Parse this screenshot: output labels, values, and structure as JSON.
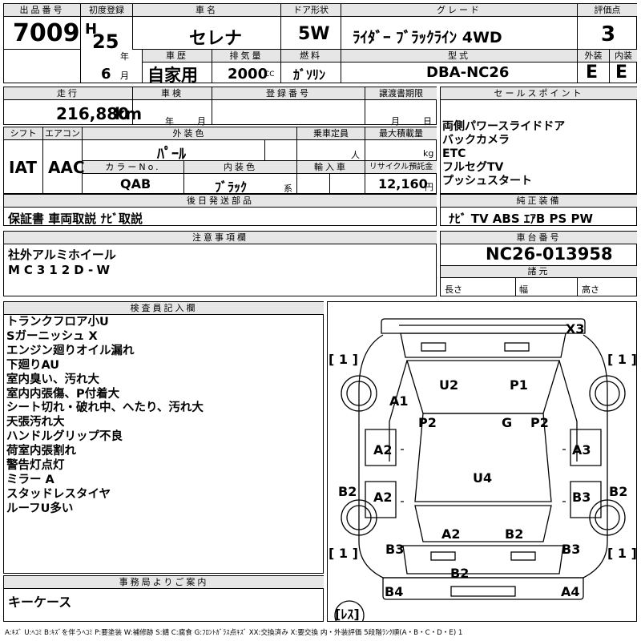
{
  "labels": {
    "lot_no": "出品番号",
    "first_reg": "初度登録",
    "car_name": "車名",
    "door": "ドア形状",
    "grade": "グレード",
    "score": "評価点",
    "history": "車歴",
    "displacement": "排気量",
    "fuel": "燃料",
    "model": "型式",
    "exterior": "外装",
    "interior": "内装",
    "mileage": "走行",
    "inspection": "車検",
    "reg_no": "登録番号",
    "transfer": "譲渡書期限",
    "sales_point": "セールスポイント",
    "shift": "シフト",
    "aircon": "エアコン",
    "ext_color": "外装色",
    "capacity": "乗車定員",
    "max_load": "最大積載量",
    "color_no": "カラーNo.",
    "int_color": "内装色",
    "import": "輸入車",
    "recycle": "リサイクル預託金",
    "later_parts": "後日発送部品",
    "standard_equip": "純正装備",
    "notes": "注意事項欄",
    "chassis_no": "車台番号",
    "dimensions": "諸元",
    "length": "長さ",
    "width": "幅",
    "height": "高さ",
    "inspector": "検査員記入欄",
    "office_notice": "事務局よりご案内"
  },
  "units": {
    "month": "月",
    "day": "日",
    "year": "年",
    "cc": "CC",
    "km": "km",
    "person": "人",
    "kg": "kg",
    "kei": "系",
    "yen": "円"
  },
  "vehicle": {
    "lot_no": "7009",
    "era": "H",
    "year": "25",
    "month": "6",
    "name": "セレナ",
    "door": "5W",
    "grade": "ﾗｲﾀﾞｰ ﾌﾞﾗｯｸﾗｲﾝ 4WD",
    "score": "3",
    "history": "自家用",
    "displacement": "2000",
    "fuel": "ｶﾞｿﾘﾝ",
    "model": "DBA-NC26",
    "exterior_grade": "E",
    "interior_grade": "E",
    "mileage": "216,880",
    "shift": "IAT",
    "aircon": "AAC",
    "ext_color": "ﾊﾟｰﾙ",
    "color_no": "QAB",
    "int_color": "ﾌﾞﾗｯｸ",
    "recycle": "12,160",
    "chassis_no": "NC26-013958"
  },
  "sales_points": [
    "両側パワースライドドア",
    "バックカメラ",
    "ETC",
    "フルセグTV",
    "プッシュスタート"
  ],
  "later_parts": "保証書 車両取説 ﾅﾋﾞ取説",
  "standard_equipment": "ﾅﾋﾞ TV ABS ｴｱB PS PW",
  "notes": [
    "社外アルミホイール",
    "MC312D-W"
  ],
  "inspector_notes": [
    "トランクフロア小U",
    "Sガーニッシュ X",
    "エンジン廻りオイル漏れ",
    "下廻りAU",
    "室内臭い、汚れ大",
    "室内内張傷、P付着大",
    "シート切れ・破れ中、へたり、汚れ大",
    "天張汚れ大",
    "ハンドルグリップ不良",
    "荷室内張割れ",
    "警告灯点灯",
    "ミラー A",
    "スタッドレスタイヤ",
    "ルーフU多い"
  ],
  "office_notice": "キーケース",
  "diagram": {
    "marks": {
      "x3": "X3",
      "u2": "U2",
      "p1": "P1",
      "a1": "A1",
      "p2_left": "P2",
      "g": "G",
      "p2_right": "P2",
      "a2_left_upper": "A2",
      "a3": "A3",
      "u4": "U4",
      "b2_left": "B2",
      "b2_right": "B2",
      "a2_left_lower": "A2",
      "b3_right_upper": "B3",
      "a2_center": "A2",
      "b2_center": "B2",
      "b3_left": "B3",
      "b3_right_lower": "B3",
      "b2_bottom": "B2",
      "b4": "B4",
      "a4": "A4"
    },
    "tires": {
      "front_left": "[ 1 ]",
      "front_right": "[ 1 ]",
      "rear_left": "[ 1 ]",
      "rear_right": "[ 1 ]",
      "spare": "[ﾚｽ]"
    }
  },
  "legend": "A:ｷｽﾞ U:ﾍｺﾐ B:ｷｽﾞを伴うﾍｺﾐ P:要塗装 W:補修跡 S:錆 C:腐食 G:ﾌﾛﾝﾄｶﾞﾗｽ点ｷｽﾞ XX:交換済み X:要交換 内・外装評価 5段階ﾗﾝｸ順(A・B・C・D・E) 1"
}
